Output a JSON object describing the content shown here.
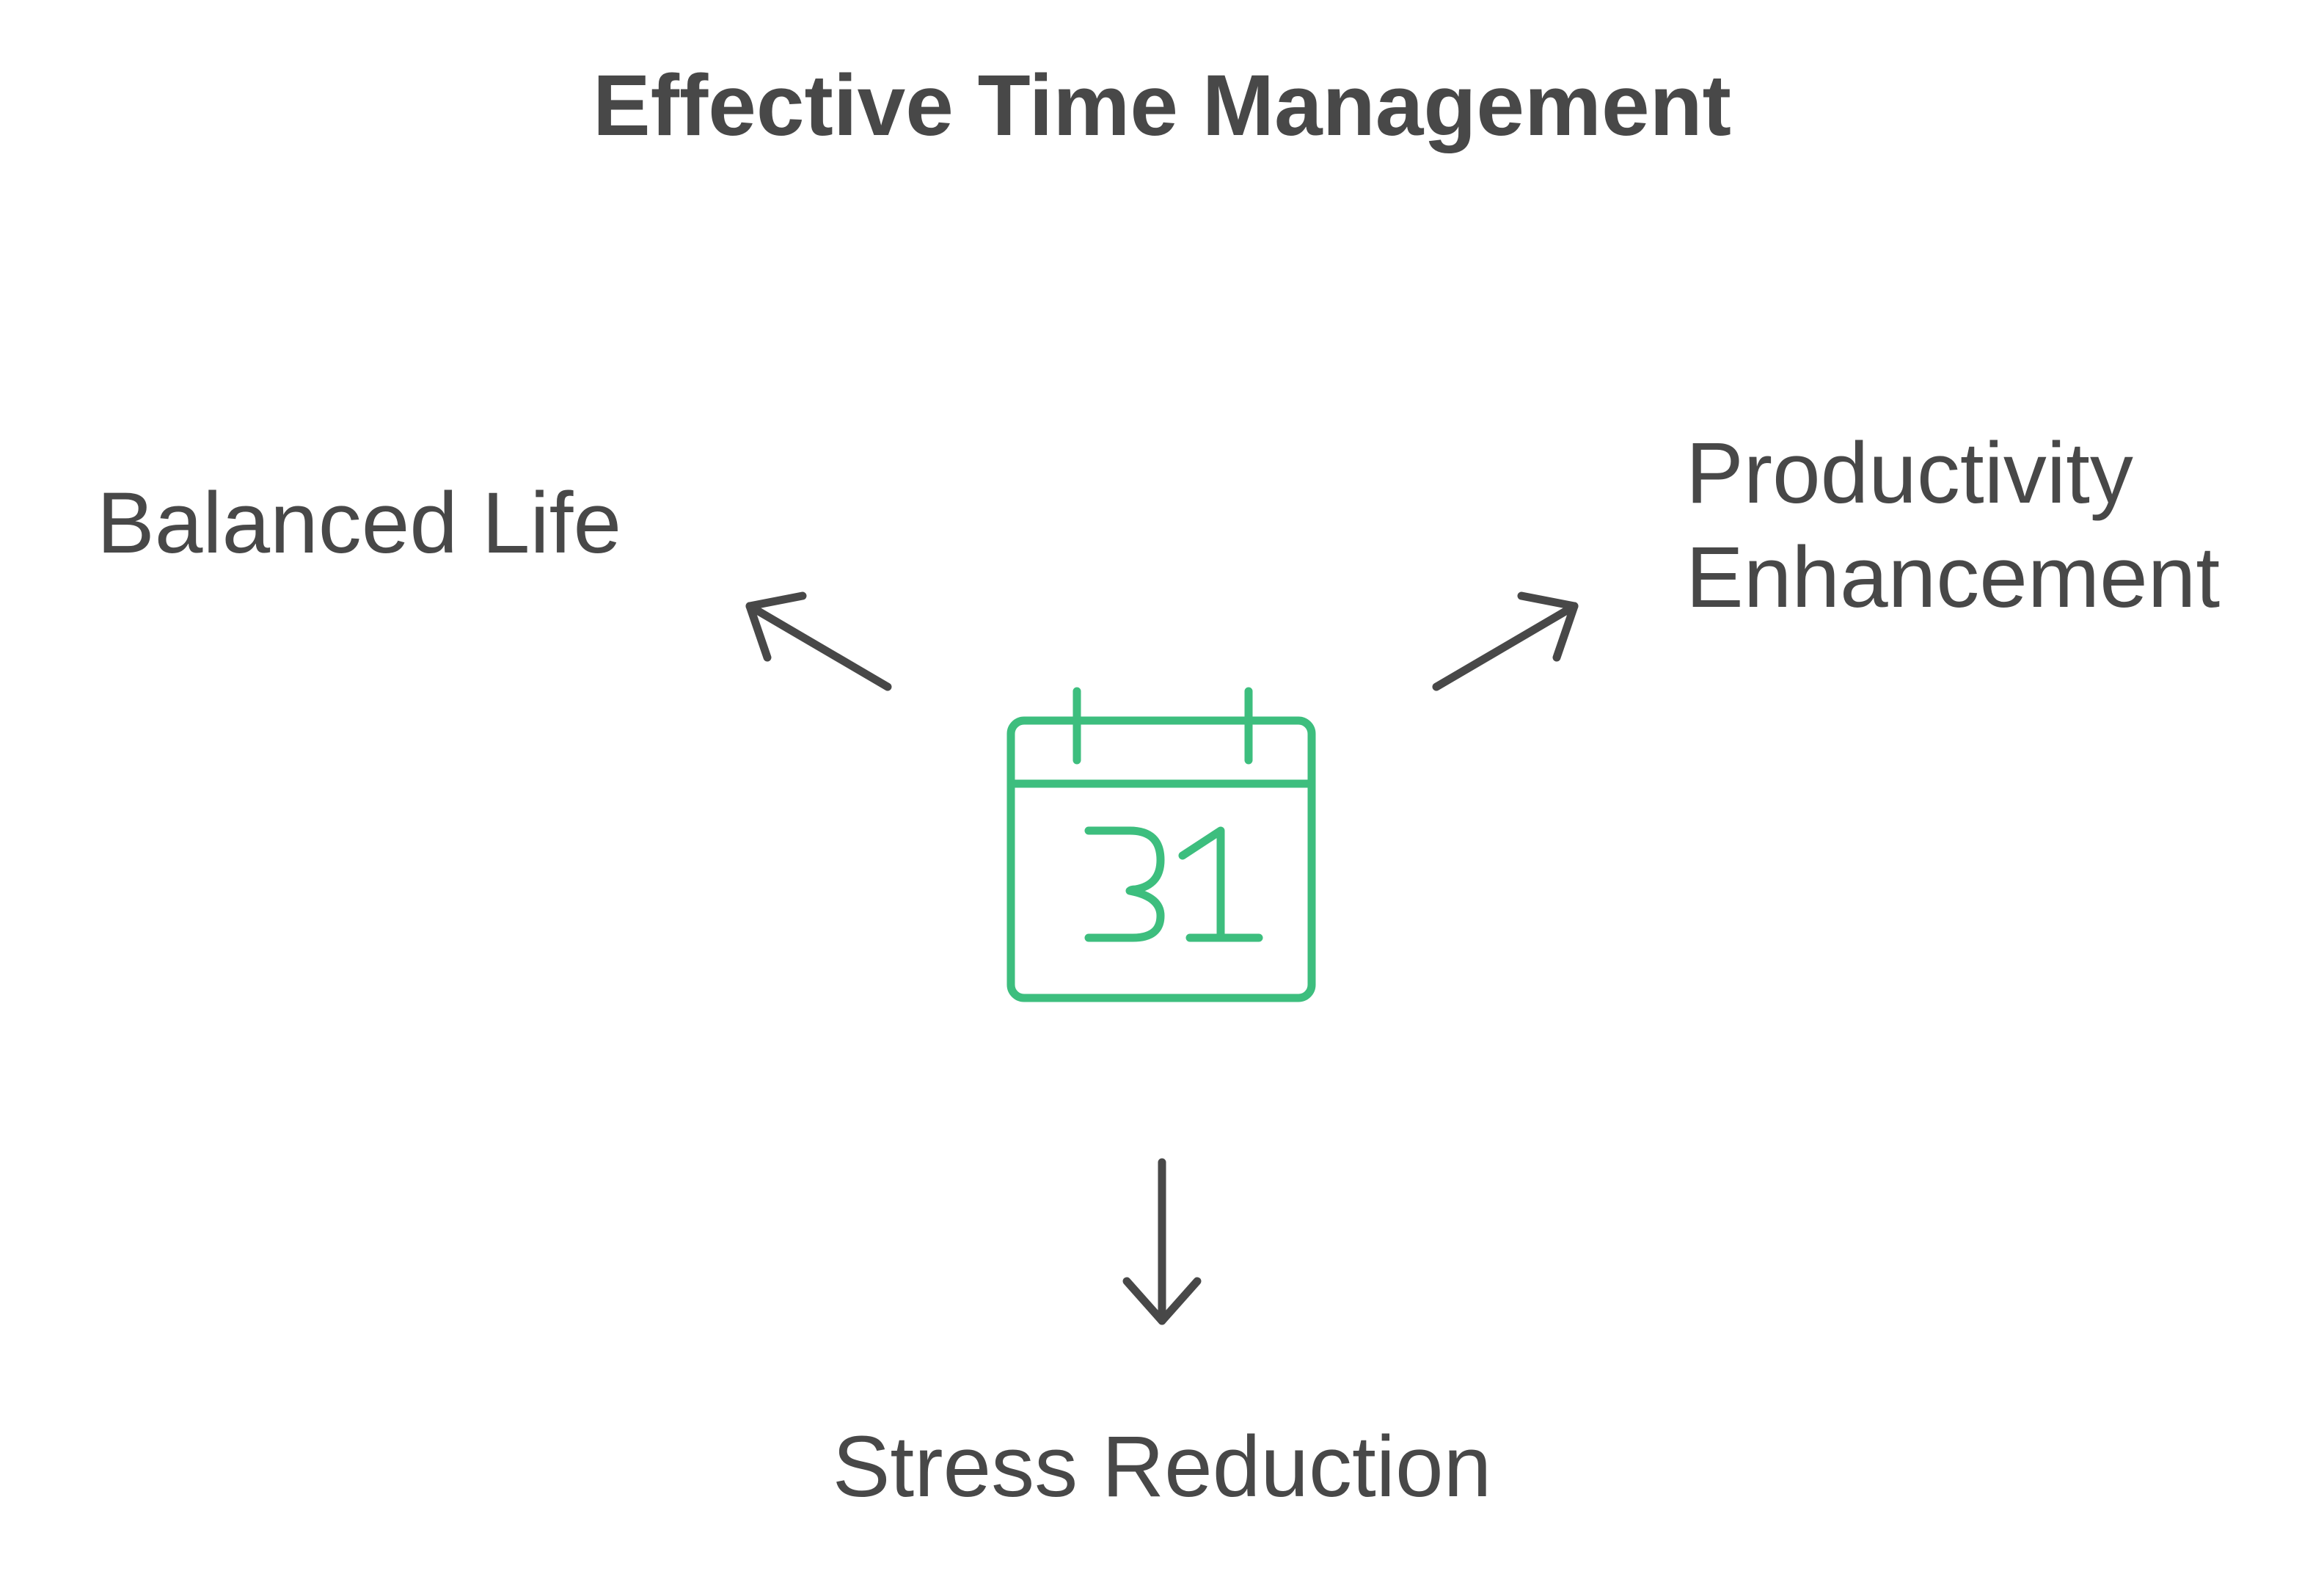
{
  "diagram": {
    "title": "Effective Time Management",
    "center_icon": {
      "name": "calendar-icon",
      "day_number": "31",
      "color": "#3DBE7E"
    },
    "outcomes": {
      "balanced_life": "Balanced Life",
      "productivity_line1": "Productivity",
      "productivity_line2": "Enhancement",
      "stress_reduction": "Stress Reduction"
    },
    "arrow_color": "#484848",
    "text_color": "#484848"
  }
}
